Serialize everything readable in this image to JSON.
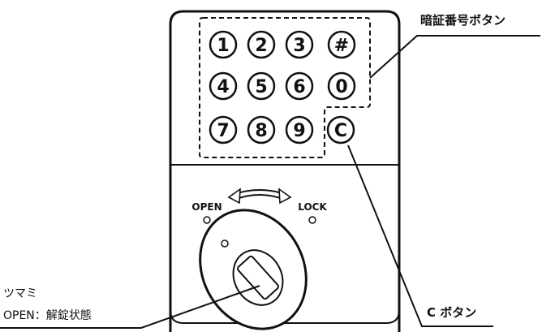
{
  "keypad": {
    "keys": [
      "1",
      "2",
      "3",
      "#",
      "4",
      "5",
      "6",
      "0",
      "7",
      "8",
      "9",
      "C"
    ]
  },
  "lock_panel": {
    "open_label": "OPEN",
    "lock_label": "LOCK"
  },
  "callouts": {
    "code_buttons": "暗証番号ボタン",
    "c_button": "C ボタン",
    "knob_title": "ツマミ",
    "knob_state": "OPEN：解錠状態"
  },
  "colors": {
    "outline": "#111111",
    "panel_fill": "#ffffff"
  }
}
